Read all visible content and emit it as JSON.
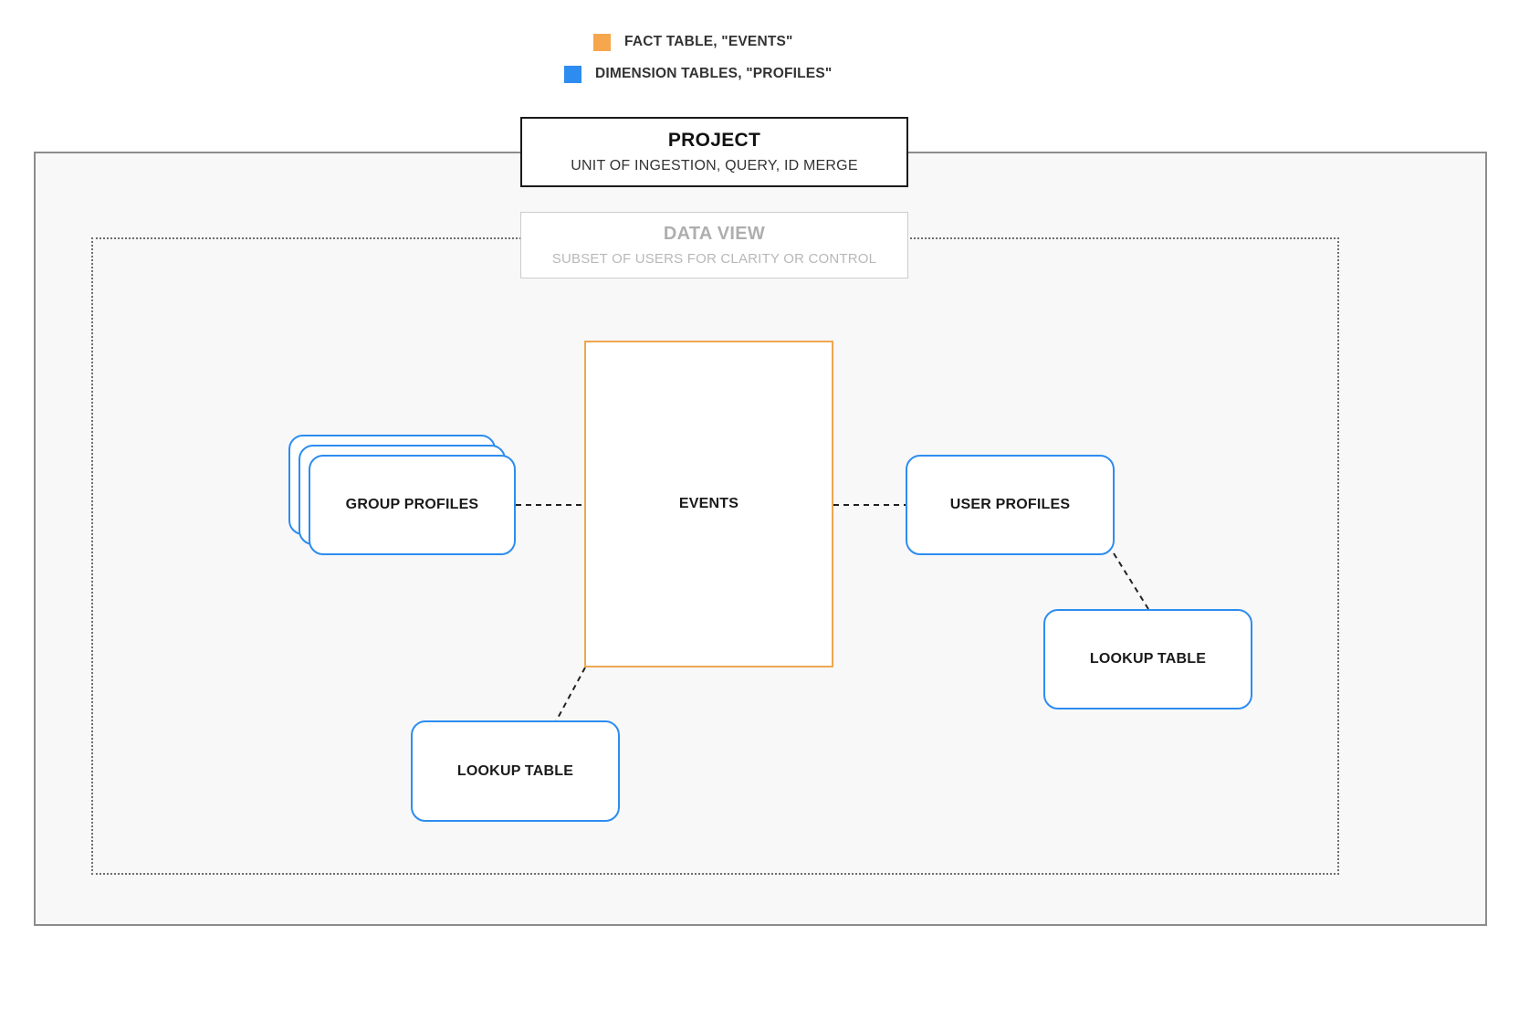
{
  "legend": {
    "items": [
      {
        "label": "FACT TABLE, \"EVENTS\"",
        "color": "#F6A64C"
      },
      {
        "label": "DIMENSION TABLES, \"PROFILES\"",
        "color": "#2D8CF0"
      }
    ]
  },
  "project_box": {
    "title": "PROJECT",
    "subtitle": "UNIT OF INGESTION, QUERY, ID MERGE"
  },
  "data_view_box": {
    "title": "DATA VIEW",
    "subtitle": "SUBSET OF USERS FOR CLARITY OR CONTROL"
  },
  "nodes": {
    "events": {
      "label": "EVENTS",
      "type": "fact"
    },
    "group_profiles": {
      "label": "GROUP PROFILES",
      "type": "dimension"
    },
    "user_profiles": {
      "label": "USER PROFILES",
      "type": "dimension"
    },
    "lookup_table_bottom": {
      "label": "LOOKUP TABLE",
      "type": "dimension"
    },
    "lookup_table_right": {
      "label": "LOOKUP TABLE",
      "type": "dimension"
    }
  },
  "colors": {
    "fact_orange": "#F6A64C",
    "dimension_blue": "#2D8CF0"
  }
}
